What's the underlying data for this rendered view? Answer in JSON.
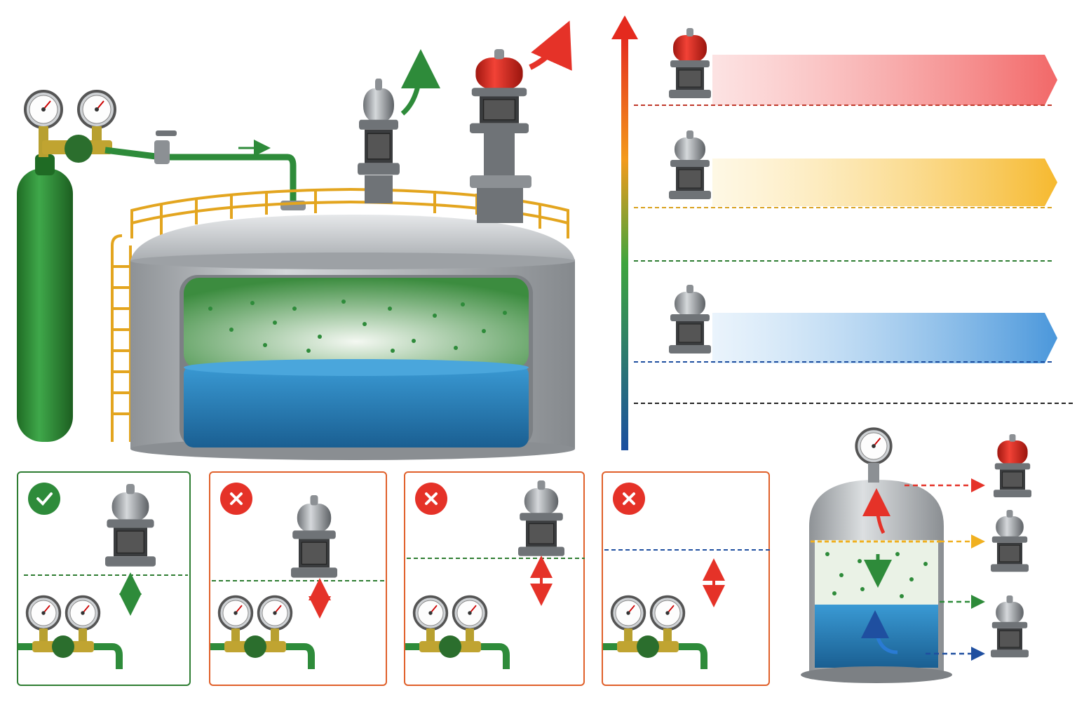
{
  "colors": {
    "nitrogen_green": "#2e8b3a",
    "liquid_blue": "#1f6fb0",
    "valve_red": "#e53228",
    "valve_gray": "#9ea2a6",
    "railing_yellow": "#e3a51f",
    "panel_ok_border": "#2e7d32",
    "panel_error_border": "#e0602a",
    "level_high_red": "#f08080",
    "level_mid_yellow": "#f7c23e",
    "level_low_blue": "#5aa4e0"
  },
  "diagram": {
    "main_scene": {
      "items": [
        "nitrogen-cylinder",
        "dual-gauge-regulator",
        "nitrogen-supply-line",
        "storage-tank",
        "breather-valve",
        "pressure-relief-valve-red-cap",
        "tank-roof-railing",
        "access-ladder"
      ]
    },
    "pressure_scale": {
      "levels": [
        "red-high-pressure-band",
        "yellow-medium-pressure-band",
        "green-set-line",
        "blue-low-pressure-band",
        "black-reference-line"
      ]
    },
    "setting_panels": [
      {
        "status": "correct",
        "icon": "check-icon"
      },
      {
        "status": "incorrect",
        "icon": "cross-icon"
      },
      {
        "status": "incorrect",
        "icon": "cross-icon"
      },
      {
        "status": "incorrect",
        "icon": "cross-icon"
      }
    ],
    "bell_jar": {
      "outputs": [
        "red-cap-valve",
        "gray-valve",
        "gray-valve",
        "gray-valve"
      ]
    }
  }
}
